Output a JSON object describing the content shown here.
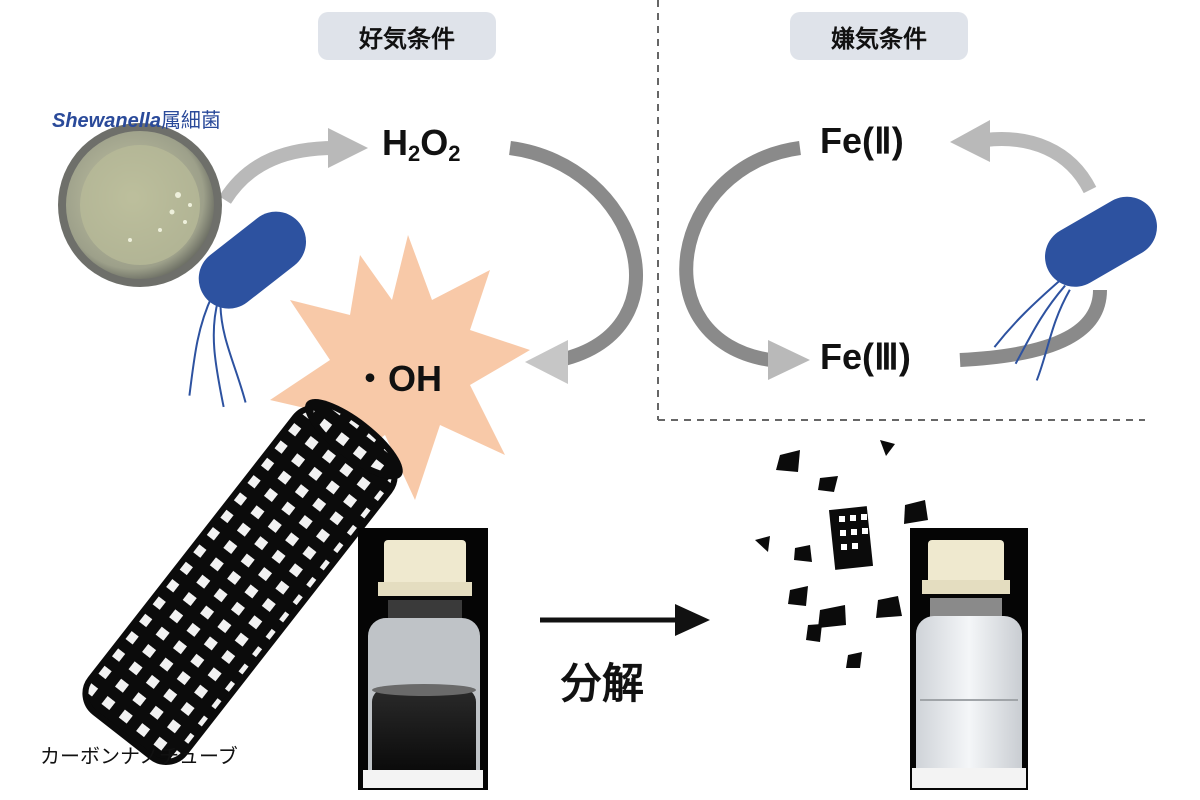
{
  "conditions": {
    "aerobic": "好気条件",
    "anaerobic": "嫌気条件"
  },
  "species": {
    "genus": "Shewanella",
    "suffix": "属細菌"
  },
  "chem": {
    "h2o2_main": "H",
    "h2o2_sub1": "2",
    "h2o2_o": "O",
    "h2o2_sub2": "2",
    "hydroxyl": "・OH",
    "fe2": "Fe(Ⅱ)",
    "fe3": "Fe(Ⅲ)"
  },
  "labels": {
    "cnt": "カーボンナノチューブ",
    "decompose": "分解"
  },
  "colors": {
    "bacterium": "#2d52a0",
    "arrow_gray": "#b9b9b9",
    "arrow_dark": "#8a8a8a",
    "burst": "#f8c9a8",
    "pill_bg": "#dfe3ea",
    "species_text": "#2a4a9a"
  }
}
